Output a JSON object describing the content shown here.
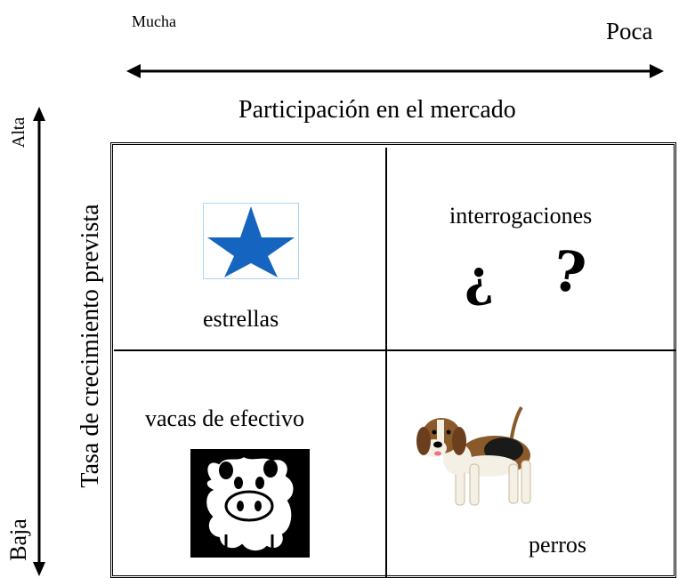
{
  "axes": {
    "x_left_label": "Mucha",
    "x_right_label": "Poca",
    "x_title": "Participación en el  mercado",
    "y_top_label": "Alta",
    "y_bottom_label": "Baja",
    "y_title": "Tasa de crecimiento prevista"
  },
  "quadrants": {
    "top_left": {
      "label": "estrellas",
      "icon": "star-icon"
    },
    "top_right": {
      "label": "interrogaciones",
      "icon": "question-marks-icon"
    },
    "bottom_left": {
      "label": "vacas de efectivo",
      "icon": "cow-icon"
    },
    "bottom_right": {
      "label": "perros",
      "icon": "dog-icon"
    }
  },
  "colors": {
    "star": "#1565c0",
    "line": "#000000"
  }
}
